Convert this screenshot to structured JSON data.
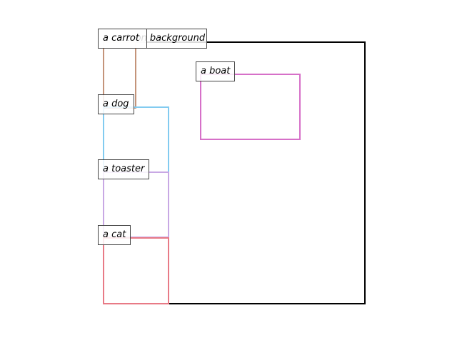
{
  "regions": [
    {
      "id": "background",
      "label": "a cartoon background",
      "color": "#000000"
    },
    {
      "id": "carrot",
      "label": "a carrot",
      "color": "#c4947a"
    },
    {
      "id": "boat",
      "label": "a boat",
      "color": "#d670c8"
    },
    {
      "id": "dog",
      "label": "a dog",
      "color": "#82cbf0"
    },
    {
      "id": "toaster",
      "label": "a toaster",
      "color": "#c8a8e4"
    },
    {
      "id": "cat",
      "label": "a cat",
      "color": "#e87a86"
    }
  ]
}
